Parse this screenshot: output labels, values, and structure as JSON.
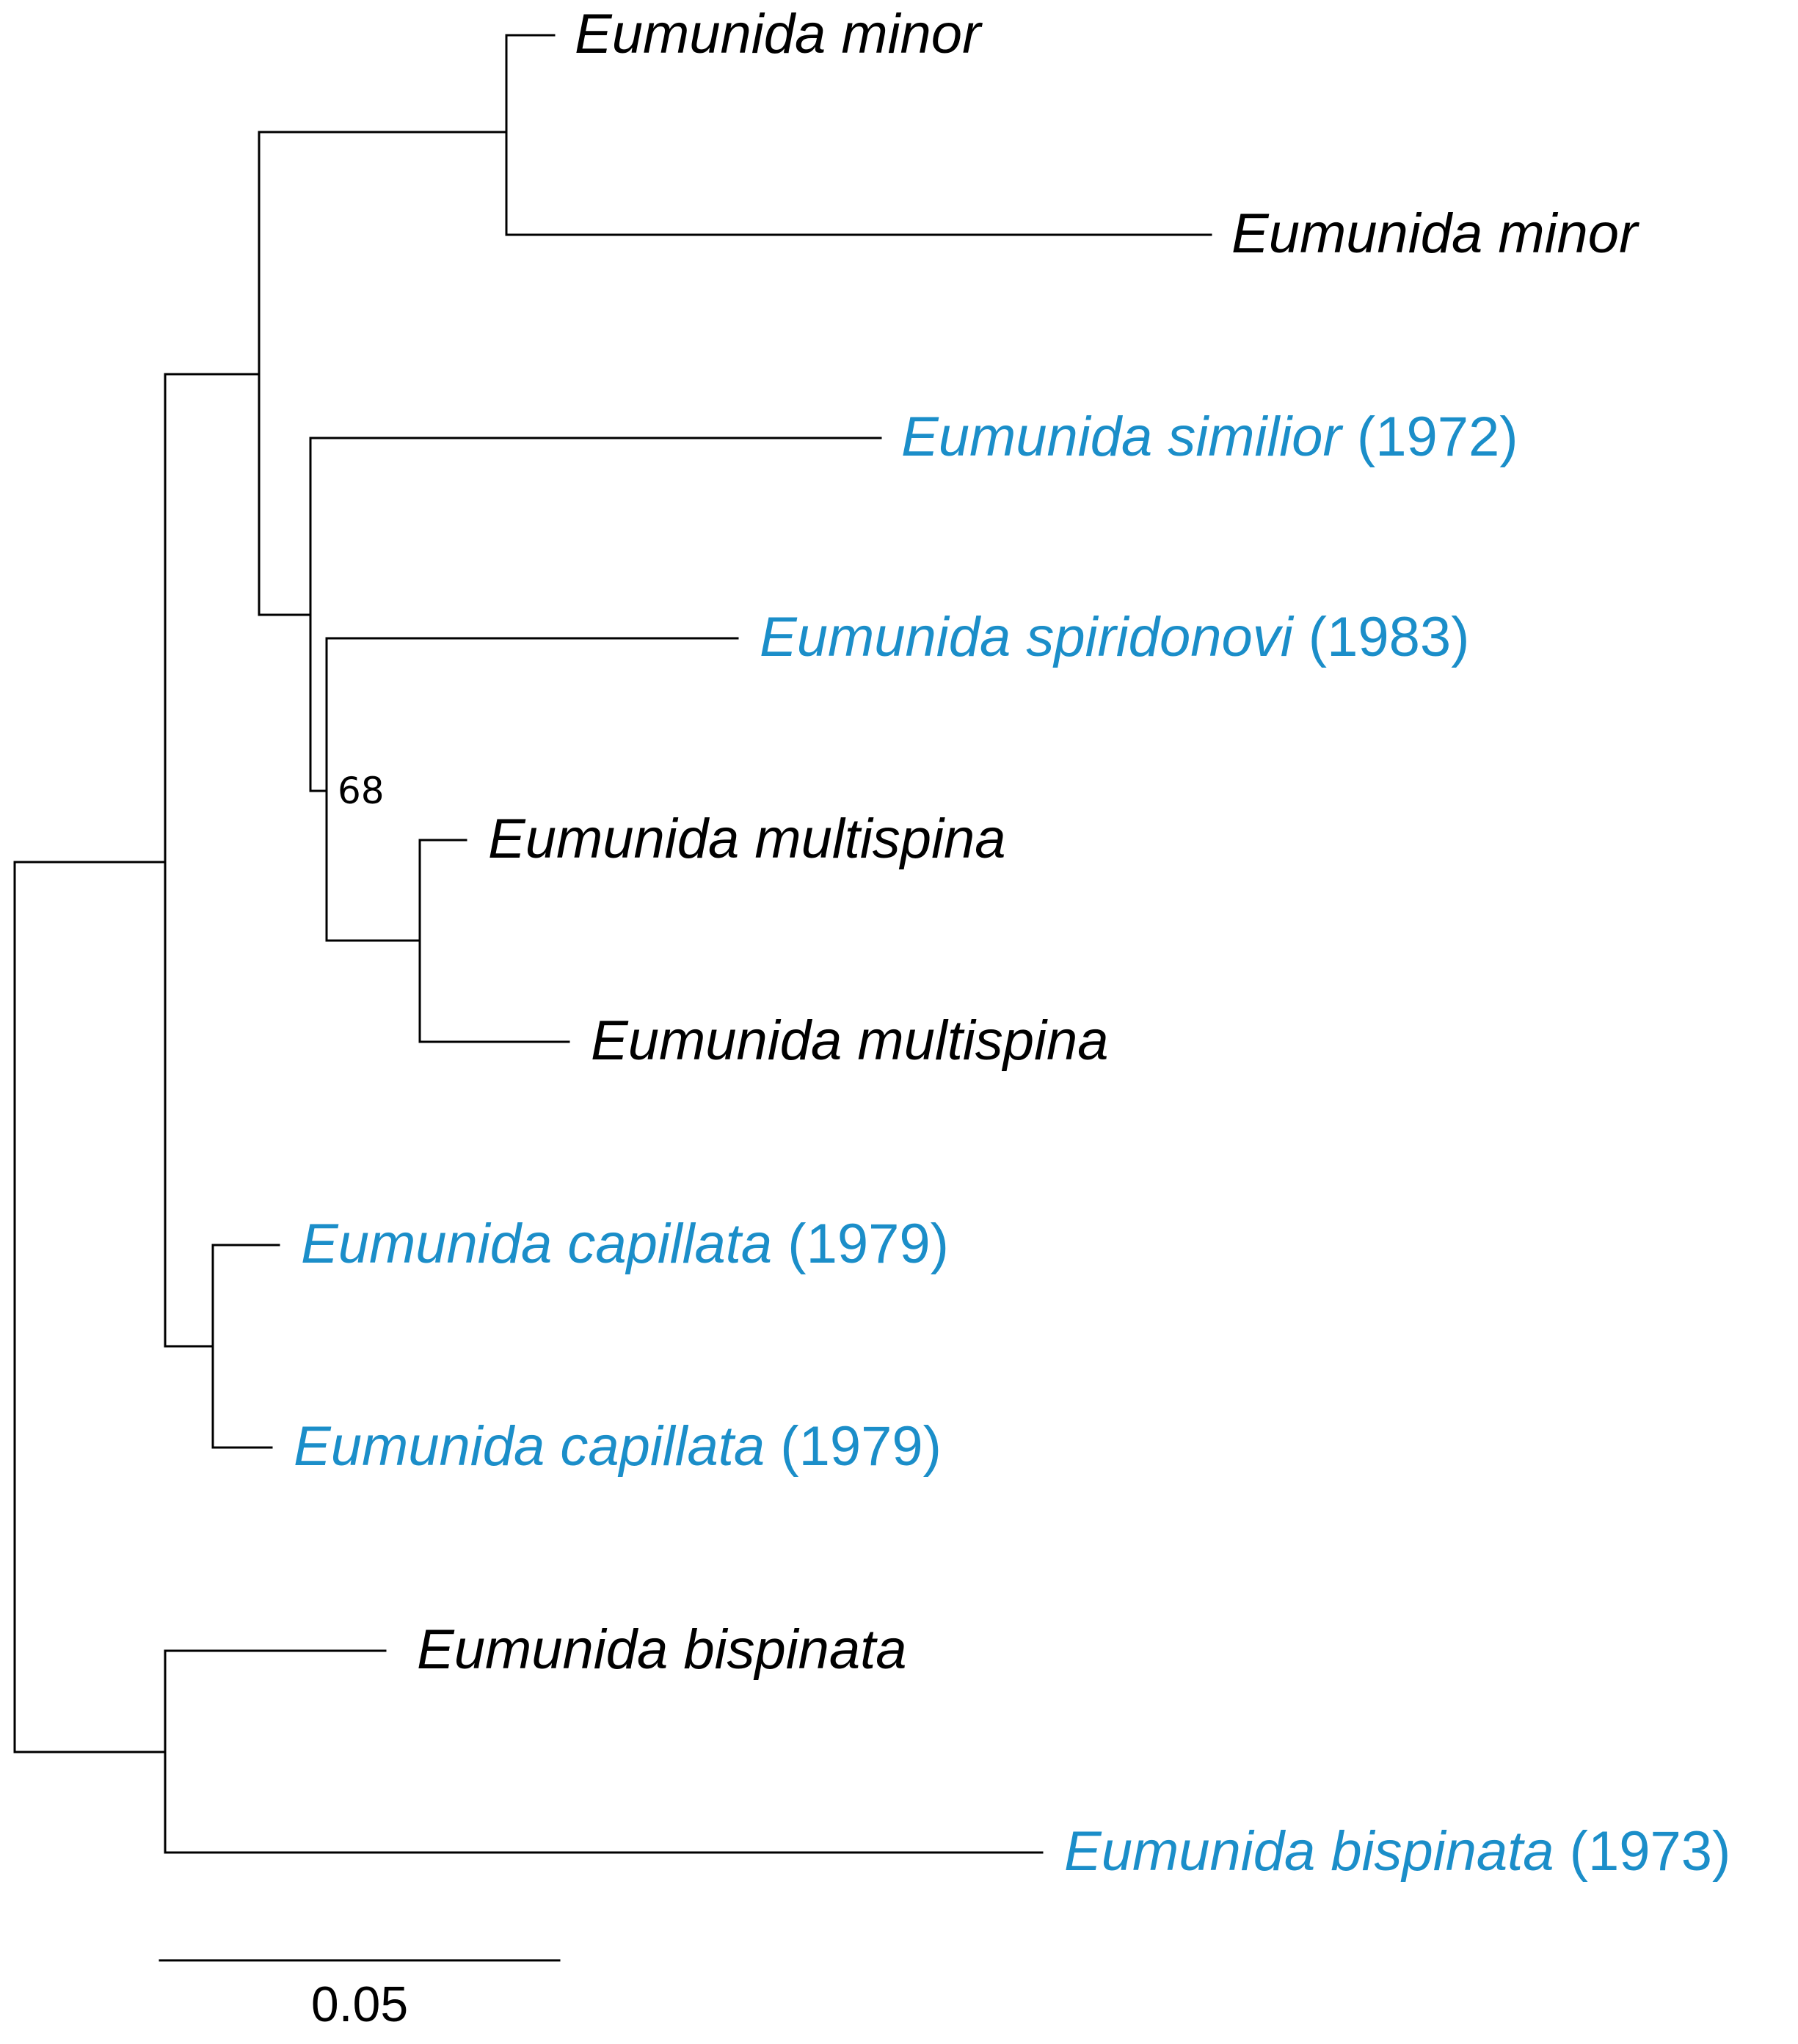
{
  "colors": {
    "default": "#000000",
    "highlight": "#1b8ec9"
  },
  "tree": {
    "leaves": [
      {
        "taxon": "Eumunida minor",
        "year": "",
        "highlight": false
      },
      {
        "taxon": "Eumunida minor",
        "year": "",
        "highlight": false
      },
      {
        "taxon": "Eumunida similior",
        "year": "(1972)",
        "highlight": true
      },
      {
        "taxon": "Eumunida spiridonovi",
        "year": "(1983)",
        "highlight": true
      },
      {
        "taxon": "Eumunida multispina",
        "year": "",
        "highlight": false
      },
      {
        "taxon": "Eumunida multispina",
        "year": "",
        "highlight": false
      },
      {
        "taxon": "Eumunida capillata",
        "year": "(1979)",
        "highlight": true
      },
      {
        "taxon": "Eumunida capillata",
        "year": "(1979)",
        "highlight": true
      },
      {
        "taxon": "Eumunida bispinata",
        "year": "",
        "highlight": false
      },
      {
        "taxon": "Eumunida bispinata",
        "year": "(1973)",
        "highlight": true
      }
    ],
    "bootstrap": [
      "68"
    ],
    "scale_bar": {
      "label": "0.05",
      "length": 0.05
    }
  }
}
